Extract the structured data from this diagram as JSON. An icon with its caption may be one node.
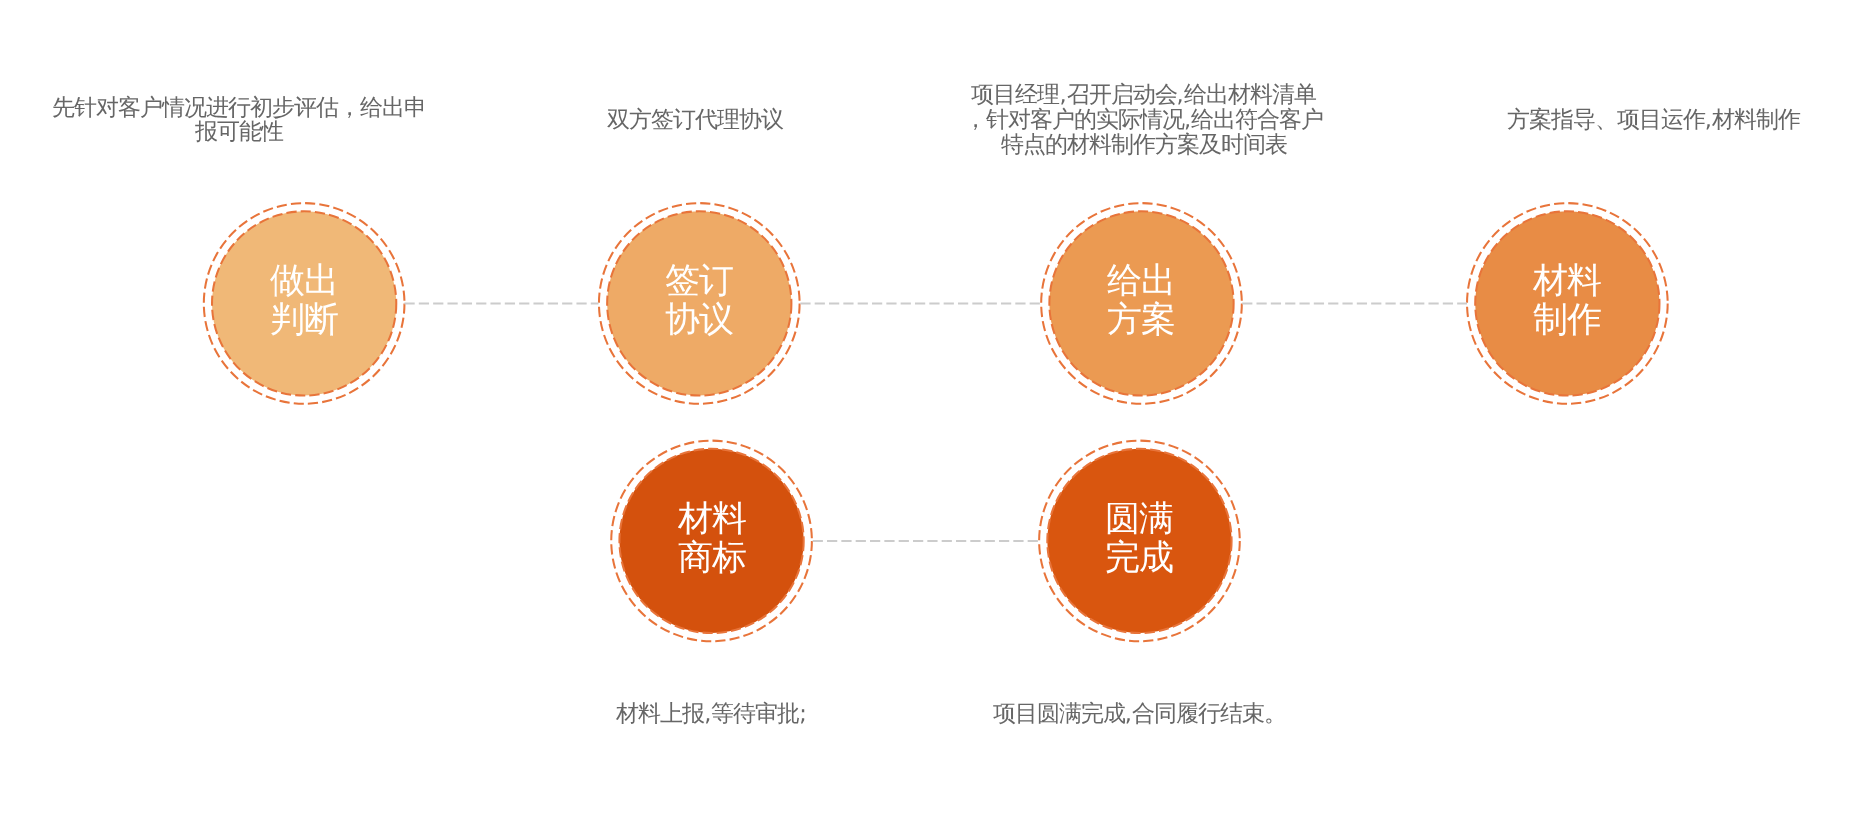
{
  "diagram": {
    "nodes": [
      {
        "text": [
          "做出判断"
        ],
        "beside": [
          "先针对客户情况进行初步评估，给出申报可能性"
        ]
      },
      {
        "text": [
          "签订协议"
        ],
        "beside": [
          "双方签订代理协议"
        ]
      },
      {
        "text": [
          "给出方案"
        ],
        "beside": [
          "项目经理,召开启动会,给出材料清单，针对客户的实际情况,给出符合客户特点的材料制作方案及时间表"
        ]
      },
      {
        "text": [
          "材料制作"
        ],
        "beside": [
          "方案指导、项目运作,材料制作"
        ]
      },
      {
        "text": [
          "材料商标"
        ],
        "beside": [
          "材料上报,等待审批;"
        ]
      },
      {
        "text": [
          "圆满完成"
        ],
        "beside": [
          "项目圆满完成,合同履行结束。"
        ]
      }
    ],
    "edges": [
      {
        "from": 0,
        "to": 1,
        "arrow": "none",
        "style": "dashed"
      },
      {
        "from": 1,
        "to": 2,
        "arrow": "none",
        "style": "dashed"
      },
      {
        "from": 2,
        "to": 3,
        "arrow": "none",
        "style": "dashed"
      },
      {
        "from": 4,
        "to": 5,
        "arrow": "none",
        "style": "dashed"
      }
    ]
  }
}
